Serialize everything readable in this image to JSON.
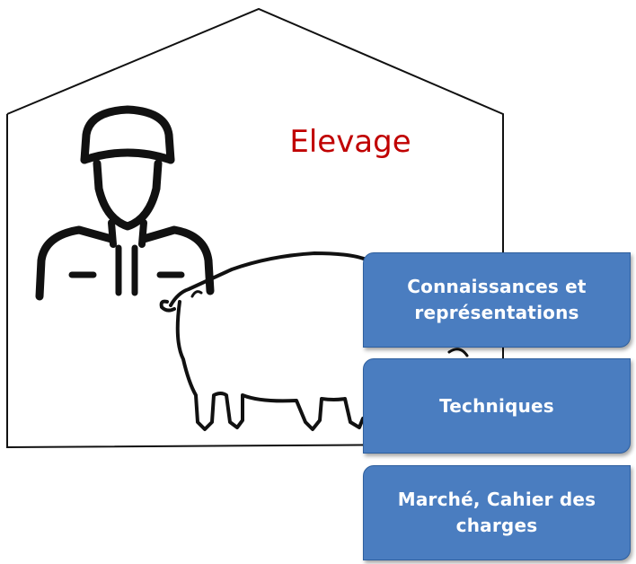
{
  "title": "Elevage",
  "colors": {
    "title": "#c00000",
    "box_fill": "#4a7dc0",
    "box_border": "#2e5f9e",
    "outline": "#111111"
  },
  "icons": {
    "house": "house-outline-icon",
    "farmer": "farmer-icon",
    "animal": "pig-icon"
  },
  "boxes": [
    {
      "label": "Connaissances et représentations"
    },
    {
      "label": "Techniques"
    },
    {
      "label": "Marché, Cahier des charges"
    }
  ]
}
